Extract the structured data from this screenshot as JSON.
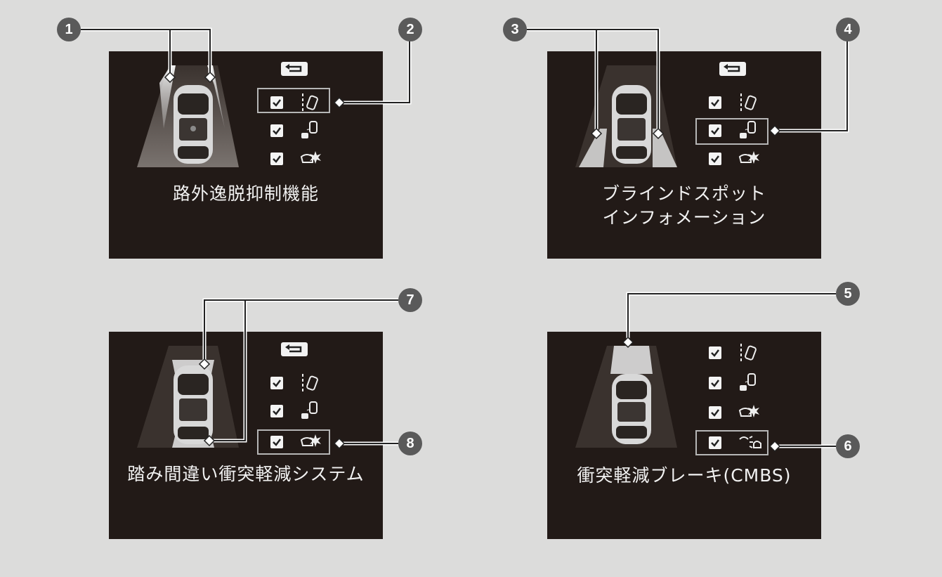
{
  "panels": [
    {
      "id": "p1",
      "caption_lines": [
        "路外逸脱抑制機能"
      ]
    },
    {
      "id": "p2",
      "caption_lines": [
        "ブラインドスポット",
        "インフォメーション"
      ]
    },
    {
      "id": "p3",
      "caption_lines": [
        "踏み間違い衝突軽減システム"
      ]
    },
    {
      "id": "p4",
      "caption_lines": [
        "衝突軽減ブレーキ(CMBS)"
      ]
    }
  ],
  "callouts": [
    "1",
    "2",
    "3",
    "4",
    "5",
    "6",
    "7",
    "8"
  ],
  "icons": {
    "back": "back-arrow-icon",
    "check": "checkmark-icon",
    "lane": "road-departure-icon",
    "blind_spot": "blind-spot-icon",
    "pedal": "pedal-misapplication-icon",
    "cmbs": "collision-brake-icon"
  },
  "colors": {
    "background": "#dcdcdb",
    "panel": "#221a17",
    "callout": "#5a5a5a",
    "highlight_border": "#b6b6b6",
    "text": "#f2f2f2"
  }
}
